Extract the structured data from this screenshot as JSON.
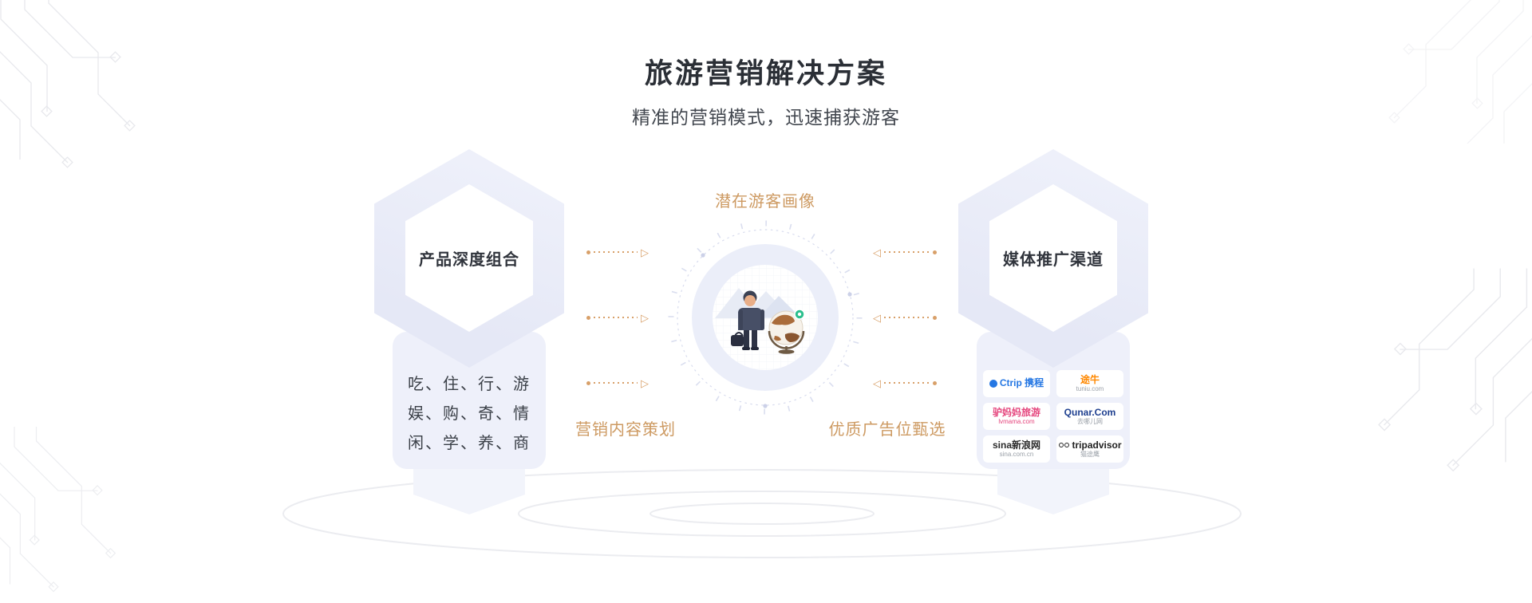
{
  "header": {
    "title": "旅游营销解决方案",
    "subtitle": "精准的营销模式，迅速捕获游客"
  },
  "diagram": {
    "top_label": "潜在游客画像",
    "bottom_left_label": "营销内容策划",
    "bottom_right_label": "优质广告位甄选"
  },
  "left_panel": {
    "title": "产品深度组合",
    "lines": [
      "吃、住、行、游",
      "娱、购、奇、情",
      "闲、学、养、商"
    ]
  },
  "right_panel": {
    "title": "媒体推广渠道",
    "logos": [
      {
        "name": "ctrip",
        "main": "Ctrip 携程",
        "sub": "",
        "color": "#2577e3"
      },
      {
        "name": "tuniu",
        "main": "途牛",
        "sub": "tuniu.com",
        "color": "#ff8800"
      },
      {
        "name": "lvmama",
        "main": "驴妈妈旅游",
        "sub": "lvmama.com",
        "color": "#e5457d"
      },
      {
        "name": "qunar",
        "main": "Qunar.Com",
        "sub": "去哪儿网",
        "color": "#1e3f8f"
      },
      {
        "name": "sina",
        "main": "sina新浪网",
        "sub": "sina.com.cn",
        "color": "#2b2b2b"
      },
      {
        "name": "tripadvisor",
        "main": "tripadvisor",
        "sub": "猫途鹰",
        "color": "#222222"
      }
    ]
  },
  "icons": {
    "arrow_right": "▷",
    "arrow_left": "◁"
  },
  "colors": {
    "accent_orange": "#cd9a62",
    "panel_lavender": "#e9ecf8",
    "card_lavender": "#eef0fa",
    "title_dark": "#2b2f36"
  }
}
